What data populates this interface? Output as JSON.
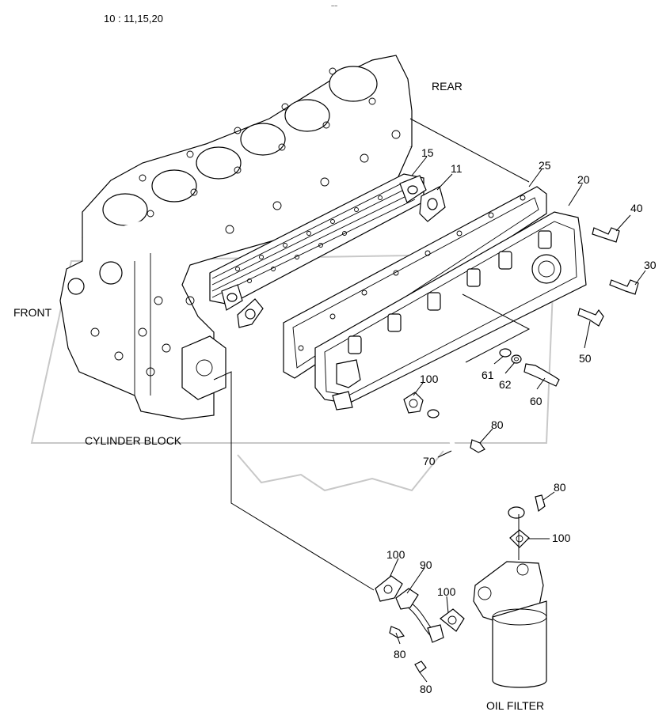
{
  "header": {
    "ref": "10 : 11,15,20"
  },
  "labels": {
    "rear": "REAR",
    "front": "FRONT",
    "cylinder_block": "CYLINDER BLOCK",
    "oil_filter": "OIL FILTER"
  },
  "callouts": {
    "p15": "15",
    "p11": "11",
    "p25": "25",
    "p20": "20",
    "p40": "40",
    "p30": "30",
    "p50": "50",
    "p61": "61",
    "p62": "62",
    "p60": "60",
    "p100a": "100",
    "p80a": "80",
    "p70": "70",
    "p80b": "80",
    "p100b": "100",
    "p100c": "100",
    "p90": "90",
    "p100d": "100",
    "p80c": "80",
    "p80d": "80"
  }
}
